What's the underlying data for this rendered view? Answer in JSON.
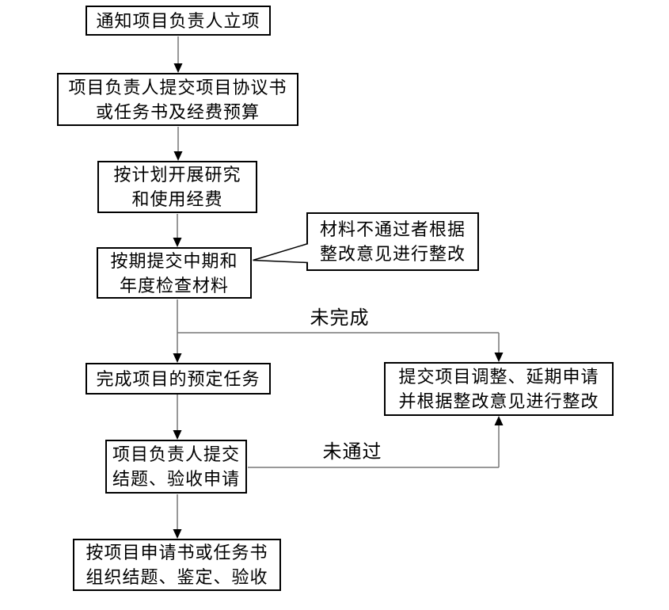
{
  "flowchart": {
    "title_hint": "project-approval-and-acceptance-process",
    "nodes": {
      "notify": {
        "line1": "通知项目负责人立项"
      },
      "agreement": {
        "line1": "项目负责人提交项目协议书",
        "line2": "或任务书及经费预算"
      },
      "research": {
        "line1": "按计划开展研究",
        "line2": "和使用经费"
      },
      "inspection": {
        "line1": "按期提交中期和",
        "line2": "年度检查材料"
      },
      "callout": {
        "line1": "材料不通过者根据",
        "line2": "整改意见进行整改"
      },
      "complete": {
        "line1": "完成项目的预定任务"
      },
      "acceptance_request": {
        "line1": "项目负责人提交",
        "line2": "结题、验收申请"
      },
      "adjustment": {
        "line1": "提交项目调整、延期申请",
        "line2": "并根据整改意见进行整改"
      },
      "organize": {
        "line1": "按项目申请书或任务书",
        "line2": "组织结题、鉴定、验收"
      }
    },
    "edge_labels": {
      "not_completed": "未完成",
      "not_passed": "未通过"
    },
    "colors": {
      "background": "#ffffff",
      "box_border": "#000000",
      "text": "#000000",
      "connector": "#767676",
      "arrowhead": "#000000"
    }
  }
}
